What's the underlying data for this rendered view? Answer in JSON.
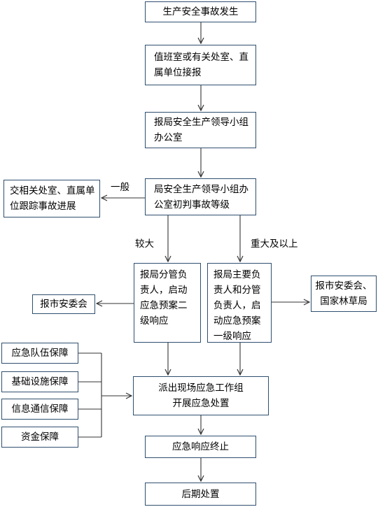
{
  "flow": {
    "b1": "生产安全事故发生",
    "b2": "值班室或有关处室、直属单位接报",
    "b3": "报局安全生产领导小组办公室",
    "b4": "局安全生产领导小组办公室初判事故等级",
    "b5": "交相关处室、直属单位跟踪事故进展",
    "b6": "报局分管负责人，启动应急预案二级响应",
    "b7": "报局主要负责人和分管负责人，启动应急预案一级响应",
    "b8": "报市安委会",
    "b9": "报市安委会、国家林草局",
    "b10": "应急队伍保障",
    "b11": "基础设施保障",
    "b12": "信息通信保障",
    "b13": "资金保障",
    "b14": "派出现场应急工作组开展应急处置",
    "b15": "应急响应终止",
    "b16": "后期处置",
    "label_general": "一般",
    "label_larger": "较大",
    "label_major": "重大及以上"
  }
}
